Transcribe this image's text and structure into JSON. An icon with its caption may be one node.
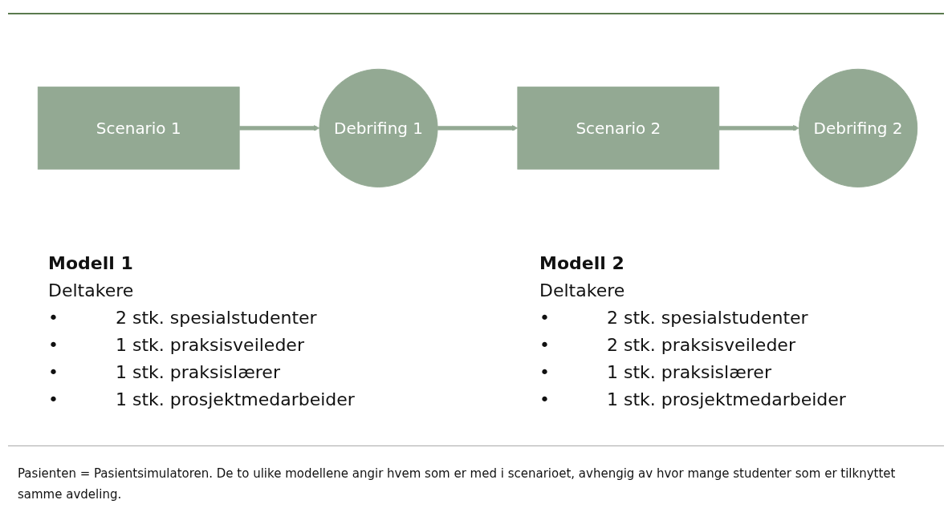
{
  "diagram": {
    "caption": "Pasienten = Pasientsimulatoren. De to ulike modellene angir hvem som er med i scenarioet, avhengig av hvor mange studenter som er tilknyttet samme avdeling.",
    "nodes": [
      {
        "text": [
          "Scenario 1"
        ]
      },
      {
        "text": [
          "Debrifing 1"
        ]
      },
      {
        "text": [
          "Scenario 2"
        ]
      },
      {
        "text": [
          "Debrifing 2"
        ]
      }
    ],
    "edges": [
      {
        "from": 0,
        "to": 1,
        "arrow": "to"
      },
      {
        "from": 1,
        "to": 2,
        "arrow": "to"
      },
      {
        "from": 2,
        "to": 3,
        "arrow": "to"
      }
    ],
    "labels": [
      "Modell 1",
      "Deltakere",
      "•",
      "2 stk. spesialstudenter",
      "•",
      "1 stk. praksisveileder",
      "•",
      "1 stk. praksislærer",
      "•",
      "1 stk. prosjektmedarbeider",
      "Modell 2",
      "Deltakere",
      "•",
      "2 stk. spesialstudenter",
      "•",
      "2 stk. praksisveileder",
      "•",
      "1 stk. praksislærer",
      "•",
      "1 stk. prosjektmedarbeider"
    ]
  }
}
